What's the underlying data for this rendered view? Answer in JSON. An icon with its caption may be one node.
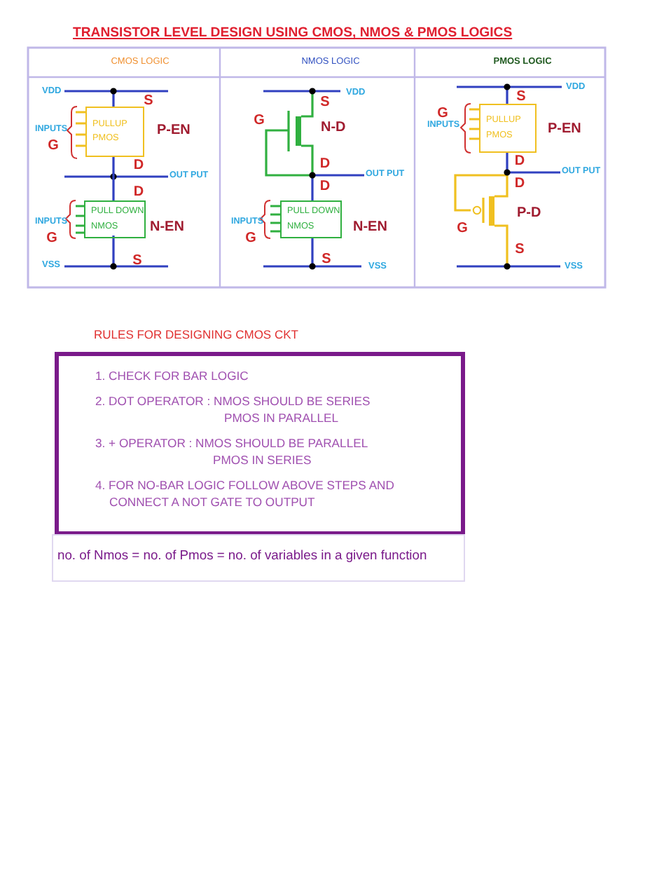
{
  "diagram": {
    "title": "TRANSISTOR LEVEL DESIGN USING CMOS, NMOS & PMOS LOGICS",
    "nodes": [
      {
        "text": [
          "PULLUP PMOS"
        ],
        "beside": [
          "P-EN"
        ]
      },
      {
        "text": [
          "PULL DOWN NMOS"
        ],
        "beside": [
          "N-EN"
        ]
      },
      {
        "text": [
          "PULL DOWN NMOS"
        ],
        "beside": [
          "N-EN"
        ]
      },
      {
        "text": [
          "PULLUP PMOS"
        ],
        "beside": [
          "P-EN"
        ]
      },
      {
        "text": [
          "1. CHECK FOR BAR LOGIC",
          "2. DOT OPERATOR : NMOS SHOULD BE SERIES PMOS IN PARALLEL",
          "3. + OPERATOR : NMOS SHOULD BE PARALLEL PMOS IN SERIES",
          "4. FOR NO-BAR LOGIC FOLLOW ABOVE STEPS AND CONNECT A NOT GATE TO OUTPUT"
        ]
      },
      {
        "text": [
          "no. of Nmos = no. of Pmos = no. of variables in a given function"
        ]
      }
    ],
    "edges": [
      {
        "from": 0,
        "to": 1,
        "arrow": "none"
      }
    ],
    "labels": [
      "CMOS LOGIC",
      "NMOS LOGIC",
      "PMOS LOGIC",
      "VDD",
      "S",
      "INPUTS",
      "G",
      "D",
      "OUT PUT",
      "D",
      "INPUTS",
      "G",
      "VSS",
      "S",
      "VDD",
      "S",
      "G",
      "N-D",
      "D",
      "OUT PUT",
      "D",
      "INPUTS",
      "G",
      "S",
      "VSS",
      "VDD",
      "G",
      "S",
      "INPUTS",
      "D",
      "OUT PUT",
      "D",
      "P-D",
      "G",
      "S",
      "VSS",
      "RULES FOR DESIGNING CMOS CKT"
    ]
  }
}
